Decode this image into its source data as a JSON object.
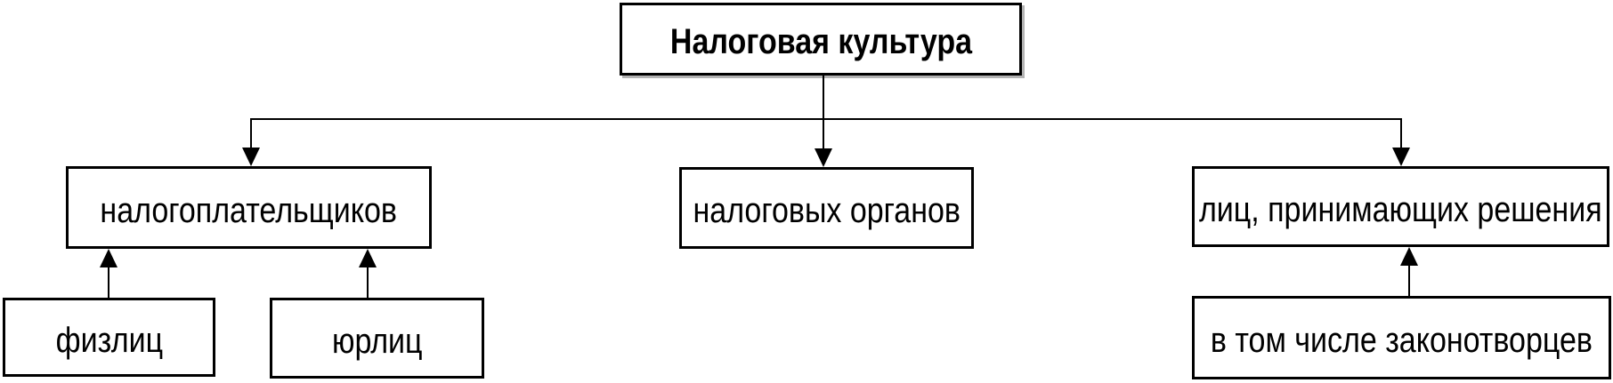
{
  "diagram": {
    "type": "hierarchy-flowchart",
    "nodes": {
      "tax_culture": {
        "label": "Налоговая культура",
        "emphasis": "bold",
        "level": 0
      },
      "taxpayers": {
        "label": "налогоплательщиков",
        "level": 1
      },
      "tax_authorities": {
        "label": "налоговых органов",
        "level": 1
      },
      "decision_makers": {
        "label": "лиц, принимающих решения",
        "level": 1
      },
      "individuals": {
        "label": "физлиц",
        "level": 2
      },
      "legal_entities": {
        "label": "юрлиц",
        "level": 2
      },
      "lawmakers": {
        "label": "в том числе законотворцев",
        "level": 2
      }
    },
    "edges": [
      {
        "from": "tax_culture",
        "to": "taxpayers",
        "arrow": "filled-triangle"
      },
      {
        "from": "tax_culture",
        "to": "tax_authorities",
        "arrow": "filled-triangle"
      },
      {
        "from": "tax_culture",
        "to": "decision_makers",
        "arrow": "filled-triangle"
      },
      {
        "from": "individuals",
        "to": "taxpayers",
        "arrow": "filled-triangle"
      },
      {
        "from": "legal_entities",
        "to": "taxpayers",
        "arrow": "filled-triangle"
      },
      {
        "from": "lawmakers",
        "to": "decision_makers",
        "arrow": "filled-triangle"
      }
    ],
    "colors": {
      "background": "#ffffff",
      "box_border": "#000000",
      "box_fill": "#ffffff",
      "line": "#000000",
      "text": "#000000",
      "root_shadow": "#b3b3b3"
    }
  }
}
